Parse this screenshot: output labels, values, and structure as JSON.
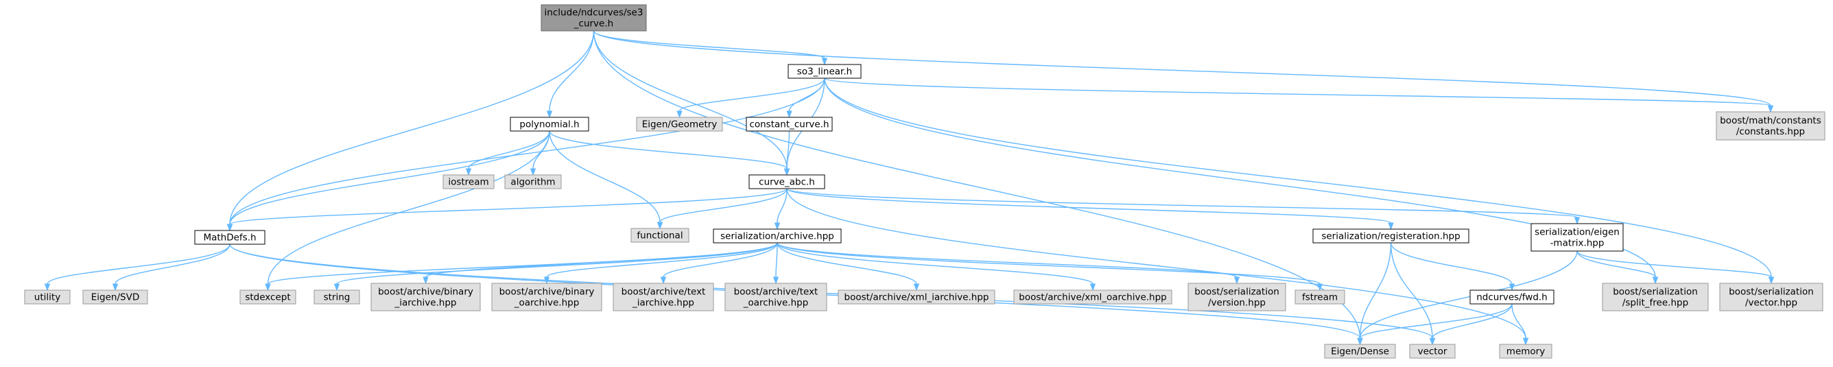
{
  "colors": {
    "root_fill": "#999999",
    "root_stroke": "#666666",
    "file_fill": "#ffffff",
    "file_stroke": "#000000",
    "external_fill": "#e0e0e0",
    "external_stroke": "#999999",
    "edge": "#63b8ff"
  },
  "nodes": [
    {
      "id": "root",
      "kind": "root",
      "lines": [
        "include/ndcurves/se3",
        "_curve.h"
      ]
    },
    {
      "id": "so3_linear",
      "kind": "file",
      "lines": [
        "so3_linear.h"
      ]
    },
    {
      "id": "boost_math_constants",
      "kind": "external",
      "lines": [
        "boost/math/constants",
        "/constants.hpp"
      ]
    },
    {
      "id": "eigen_geometry",
      "kind": "external",
      "lines": [
        "Eigen/Geometry"
      ]
    },
    {
      "id": "constant_curve",
      "kind": "file",
      "lines": [
        "constant_curve.h"
      ]
    },
    {
      "id": "polynomial",
      "kind": "file",
      "lines": [
        "polynomial.h"
      ]
    },
    {
      "id": "iostream",
      "kind": "external",
      "lines": [
        "iostream"
      ]
    },
    {
      "id": "algorithm",
      "kind": "external",
      "lines": [
        "algorithm"
      ]
    },
    {
      "id": "curve_abc",
      "kind": "file",
      "lines": [
        "curve_abc.h"
      ]
    },
    {
      "id": "functional",
      "kind": "external",
      "lines": [
        "functional"
      ]
    },
    {
      "id": "mathdefs",
      "kind": "file",
      "lines": [
        "MathDefs.h"
      ]
    },
    {
      "id": "serialization_archive",
      "kind": "file",
      "lines": [
        "serialization/archive.hpp"
      ]
    },
    {
      "id": "serialization_registeration",
      "kind": "file",
      "lines": [
        "serialization/registeration.hpp"
      ]
    },
    {
      "id": "serialization_eigen_matrix",
      "kind": "file",
      "lines": [
        "serialization/eigen",
        "-matrix.hpp"
      ]
    },
    {
      "id": "utility",
      "kind": "external",
      "lines": [
        "utility"
      ]
    },
    {
      "id": "eigen_svd",
      "kind": "external",
      "lines": [
        "Eigen/SVD"
      ]
    },
    {
      "id": "stdexcept",
      "kind": "external",
      "lines": [
        "stdexcept"
      ]
    },
    {
      "id": "string",
      "kind": "external",
      "lines": [
        "string"
      ]
    },
    {
      "id": "binary_iarchive",
      "kind": "external",
      "lines": [
        "boost/archive/binary",
        "_iarchive.hpp"
      ]
    },
    {
      "id": "binary_oarchive",
      "kind": "external",
      "lines": [
        "boost/archive/binary",
        "_oarchive.hpp"
      ]
    },
    {
      "id": "text_iarchive",
      "kind": "external",
      "lines": [
        "boost/archive/text",
        "_iarchive.hpp"
      ]
    },
    {
      "id": "text_oarchive",
      "kind": "external",
      "lines": [
        "boost/archive/text",
        "_oarchive.hpp"
      ]
    },
    {
      "id": "xml_iarchive",
      "kind": "external",
      "lines": [
        "boost/archive/xml_iarchive.hpp"
      ]
    },
    {
      "id": "xml_oarchive",
      "kind": "external",
      "lines": [
        "boost/archive/xml_oarchive.hpp"
      ]
    },
    {
      "id": "boost_serialization_version",
      "kind": "external",
      "lines": [
        "boost/serialization",
        "/version.hpp"
      ]
    },
    {
      "id": "fstream",
      "kind": "external",
      "lines": [
        "fstream"
      ]
    },
    {
      "id": "ndcurves_fwd",
      "kind": "file",
      "lines": [
        "ndcurves/fwd.h"
      ]
    },
    {
      "id": "boost_serialization_split_free",
      "kind": "external",
      "lines": [
        "boost/serialization",
        "/split_free.hpp"
      ]
    },
    {
      "id": "boost_serialization_vector",
      "kind": "external",
      "lines": [
        "boost/serialization",
        "/vector.hpp"
      ]
    },
    {
      "id": "eigen_dense",
      "kind": "external",
      "lines": [
        "Eigen/Dense"
      ]
    },
    {
      "id": "vector",
      "kind": "external",
      "lines": [
        "vector"
      ]
    },
    {
      "id": "memory",
      "kind": "external",
      "lines": [
        "memory"
      ]
    }
  ],
  "edges": [
    [
      "root",
      "eigen_dense"
    ],
    [
      "root",
      "mathdefs"
    ],
    [
      "root",
      "polynomial"
    ],
    [
      "root",
      "curve_abc"
    ],
    [
      "root",
      "so3_linear"
    ],
    [
      "root",
      "boost_math_constants"
    ],
    [
      "so3_linear",
      "mathdefs"
    ],
    [
      "so3_linear",
      "eigen_geometry"
    ],
    [
      "so3_linear",
      "constant_curve"
    ],
    [
      "so3_linear",
      "curve_abc"
    ],
    [
      "so3_linear",
      "boost_math_constants"
    ],
    [
      "so3_linear",
      "boost_serialization_split_free"
    ],
    [
      "so3_linear",
      "boost_serialization_vector"
    ],
    [
      "constant_curve",
      "curve_abc"
    ],
    [
      "polynomial",
      "mathdefs"
    ],
    [
      "polynomial",
      "iostream"
    ],
    [
      "polynomial",
      "algorithm"
    ],
    [
      "polynomial",
      "functional"
    ],
    [
      "polynomial",
      "stdexcept"
    ],
    [
      "polynomial",
      "curve_abc"
    ],
    [
      "curve_abc",
      "mathdefs"
    ],
    [
      "curve_abc",
      "functional"
    ],
    [
      "curve_abc",
      "serialization_archive"
    ],
    [
      "curve_abc",
      "serialization_registeration"
    ],
    [
      "curve_abc",
      "serialization_eigen_matrix"
    ],
    [
      "curve_abc",
      "memory"
    ],
    [
      "mathdefs",
      "utility"
    ],
    [
      "mathdefs",
      "eigen_svd"
    ],
    [
      "mathdefs",
      "eigen_dense"
    ],
    [
      "mathdefs",
      "vector"
    ],
    [
      "serialization_archive",
      "stdexcept"
    ],
    [
      "serialization_archive",
      "string"
    ],
    [
      "serialization_archive",
      "binary_iarchive"
    ],
    [
      "serialization_archive",
      "binary_oarchive"
    ],
    [
      "serialization_archive",
      "text_iarchive"
    ],
    [
      "serialization_archive",
      "text_oarchive"
    ],
    [
      "serialization_archive",
      "xml_iarchive"
    ],
    [
      "serialization_archive",
      "xml_oarchive"
    ],
    [
      "serialization_archive",
      "boost_serialization_version"
    ],
    [
      "serialization_archive",
      "fstream"
    ],
    [
      "serialization_registeration",
      "eigen_dense"
    ],
    [
      "serialization_registeration",
      "vector"
    ],
    [
      "serialization_registeration",
      "ndcurves_fwd"
    ],
    [
      "serialization_eigen_matrix",
      "eigen_dense"
    ],
    [
      "serialization_eigen_matrix",
      "boost_serialization_split_free"
    ],
    [
      "serialization_eigen_matrix",
      "boost_serialization_vector"
    ],
    [
      "ndcurves_fwd",
      "eigen_dense"
    ],
    [
      "ndcurves_fwd",
      "vector"
    ],
    [
      "ndcurves_fwd",
      "memory"
    ]
  ]
}
